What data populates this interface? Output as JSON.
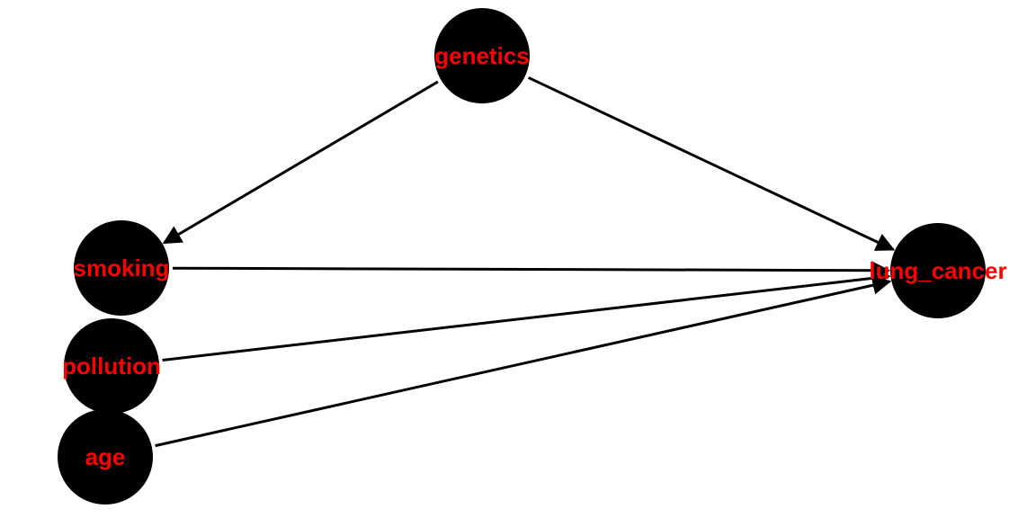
{
  "colors": {
    "background": "#ffffff",
    "node_fill": "#000000",
    "edge": "#000000",
    "label": "#ff0000"
  },
  "nodes": [
    {
      "id": "genetics",
      "label": "genetics"
    },
    {
      "id": "smoking",
      "label": "smoking"
    },
    {
      "id": "pollution",
      "label": "pollution"
    },
    {
      "id": "age",
      "label": "age"
    },
    {
      "id": "lung_cancer",
      "label": "lung_cancer"
    }
  ],
  "edges": [
    {
      "from": "genetics",
      "to": "smoking"
    },
    {
      "from": "genetics",
      "to": "lung_cancer"
    },
    {
      "from": "smoking",
      "to": "lung_cancer"
    },
    {
      "from": "pollution",
      "to": "lung_cancer"
    },
    {
      "from": "age",
      "to": "lung_cancer"
    }
  ]
}
